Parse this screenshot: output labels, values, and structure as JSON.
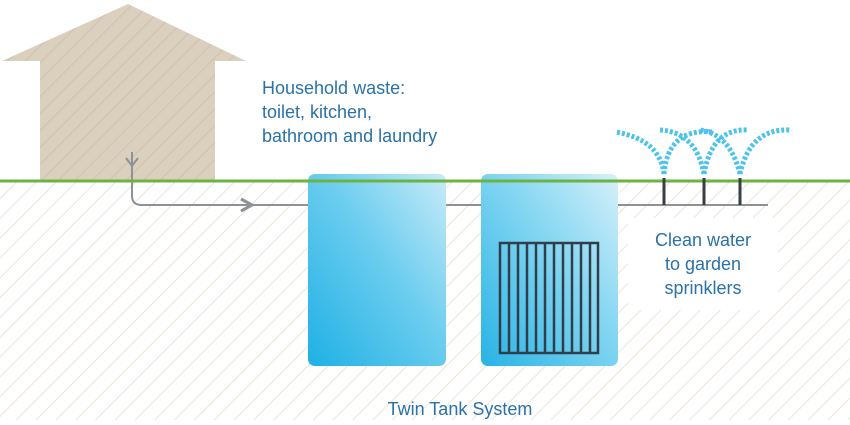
{
  "labels": {
    "household_waste": [
      "Household waste:",
      "toilet, kitchen,",
      "bathroom and laundry"
    ],
    "clean_water": [
      "Clean water",
      "to garden",
      "sprinklers"
    ],
    "system_title": "Twin Tank System"
  },
  "colors": {
    "ground_line": "#6cb33f",
    "soil_hatch": "#ede7df",
    "house": "#dcd0bf",
    "label_text": "#2a72a8",
    "pipe": "#8f9295",
    "tank_dark": "#29b6e6",
    "tank_light": "#c9ecf8",
    "filter": "#2f3e4a",
    "spray": "#4cc3ec"
  },
  "icons": [
    "house-icon",
    "flow-arrow-icon",
    "filter-grid-icon",
    "sprinkler-icon"
  ]
}
